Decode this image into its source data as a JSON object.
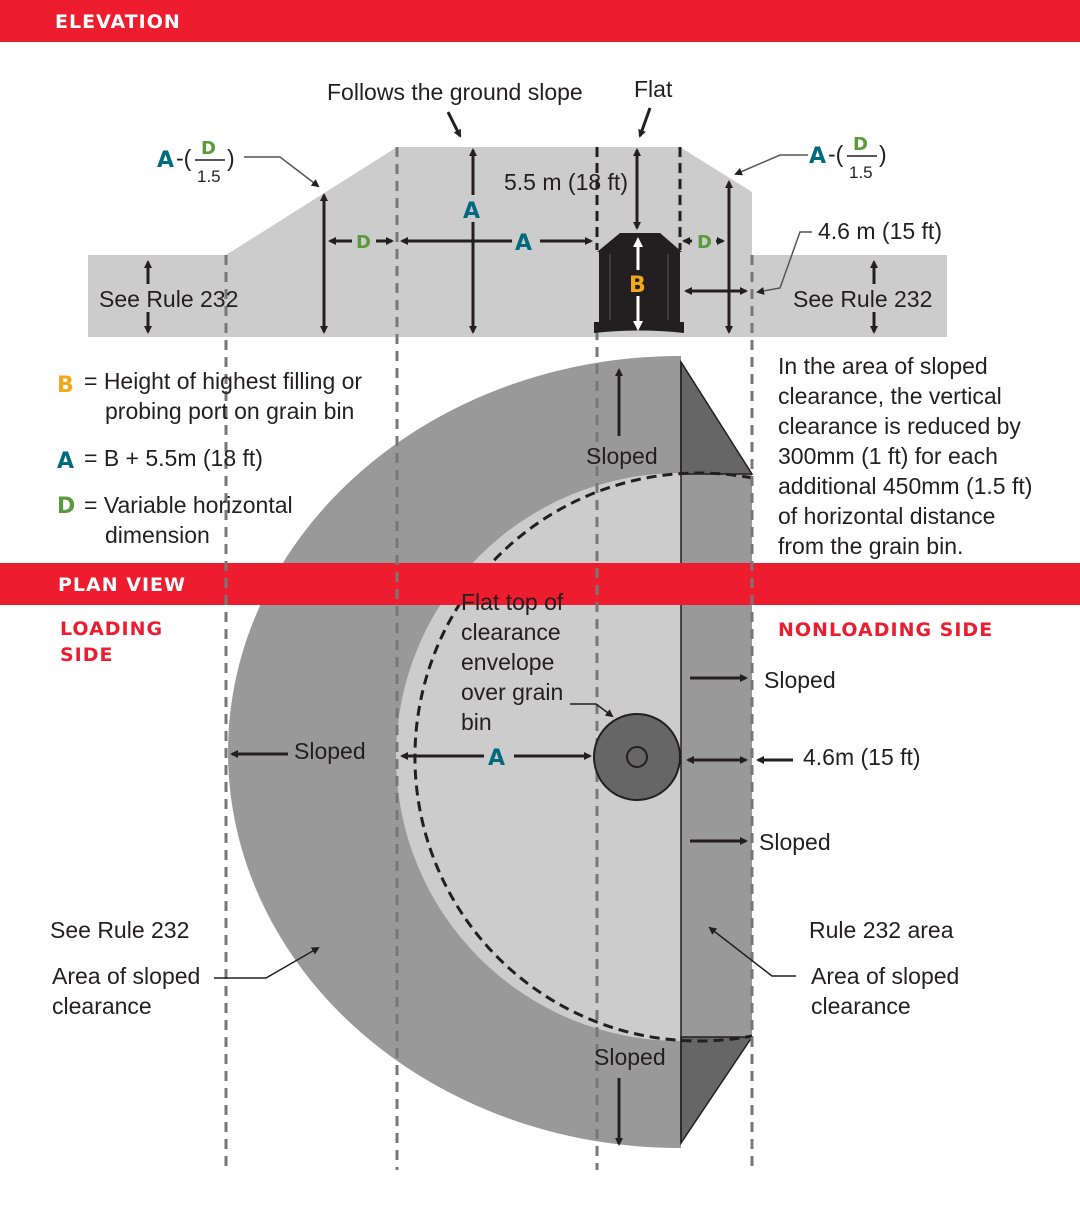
{
  "headers": {
    "elevation": "ELEVATION",
    "plan_view": "PLAN VIEW"
  },
  "elevation": {
    "follows_slope": "Follows the ground slope",
    "flat": "Flat",
    "height_label": "5.5 m (18 ft)",
    "clearance_label": "4.6 m (15 ft)",
    "see_rule_left": "See Rule 232",
    "see_rule_right": "See Rule 232",
    "formula_a": "A",
    "formula_dash": "-(",
    "formula_d": "D",
    "formula_den": "1.5",
    "formula_close": ")",
    "letter_a": "A",
    "letter_d": "D",
    "letter_b": "B"
  },
  "legend": {
    "b_key": "B",
    "b_line1": "= Height of highest filling or",
    "b_line2": "probing port on grain bin",
    "a_key": "A",
    "a_text": "= B + 5.5m (18 ft)",
    "d_key": "D",
    "d_line1": "= Variable horizontal",
    "d_line2": "dimension"
  },
  "note": [
    "In the area of sloped",
    "clearance, the vertical",
    "clearance is reduced by",
    "300mm (1 ft) for each",
    "additional 450mm (1.5 ft)",
    "of horizontal distance",
    "from the grain bin."
  ],
  "plan": {
    "loading_side": [
      "LOADING",
      "SIDE"
    ],
    "nonloading_side": "NONLOADING SIDE",
    "sloped": "Sloped",
    "flat_top": [
      "Flat top of",
      "clearance",
      "envelope",
      "over grain",
      "bin"
    ],
    "clearance": "4.6m (15 ft)",
    "see_rule": "See Rule 232",
    "area_sloped": [
      "Area of sloped",
      "clearance"
    ],
    "rule_232_area": "Rule 232 area",
    "letter_a": "A"
  },
  "colors": {
    "red": "#ed1c2e",
    "teal": "#006a7e",
    "green": "#5a9a3a",
    "orange": "#f0a81c"
  }
}
